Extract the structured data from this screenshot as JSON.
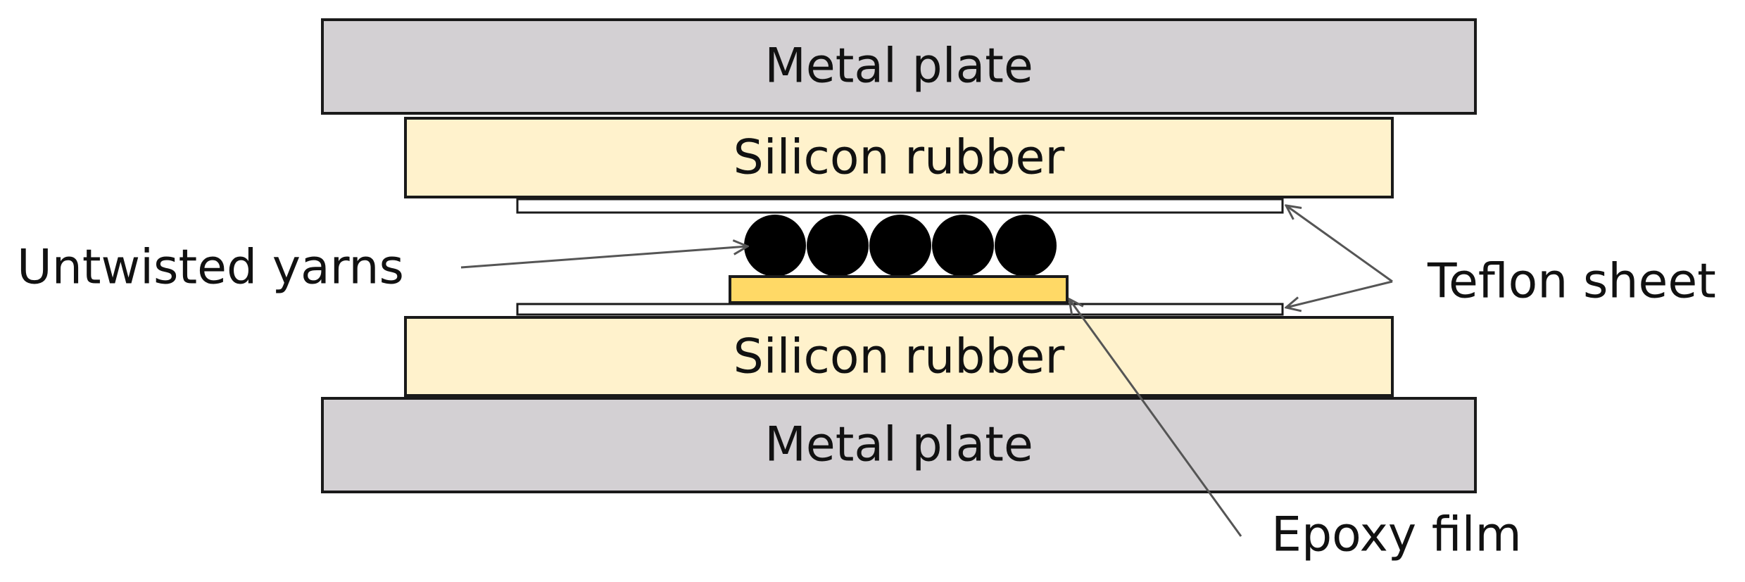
{
  "layers": {
    "top_metal_plate": "Metal plate",
    "top_silicon_rubber": "Silicon rubber",
    "bottom_silicon_rubber": "Silicon rubber",
    "bottom_metal_plate": "Metal plate"
  },
  "callouts": {
    "yarns": "Untwisted yarns",
    "teflon": "Teflon sheet",
    "epoxy": "Epoxy film"
  },
  "yarn_count": 5,
  "colors": {
    "metal_plate": "#d3d0d3",
    "silicon_rubber": "#fff2cc",
    "epoxy_film": "#ffd966",
    "teflon_sheet": "#ffffff",
    "yarn": "#000000",
    "outline": "#1a1a1a",
    "arrow": "#555555"
  }
}
